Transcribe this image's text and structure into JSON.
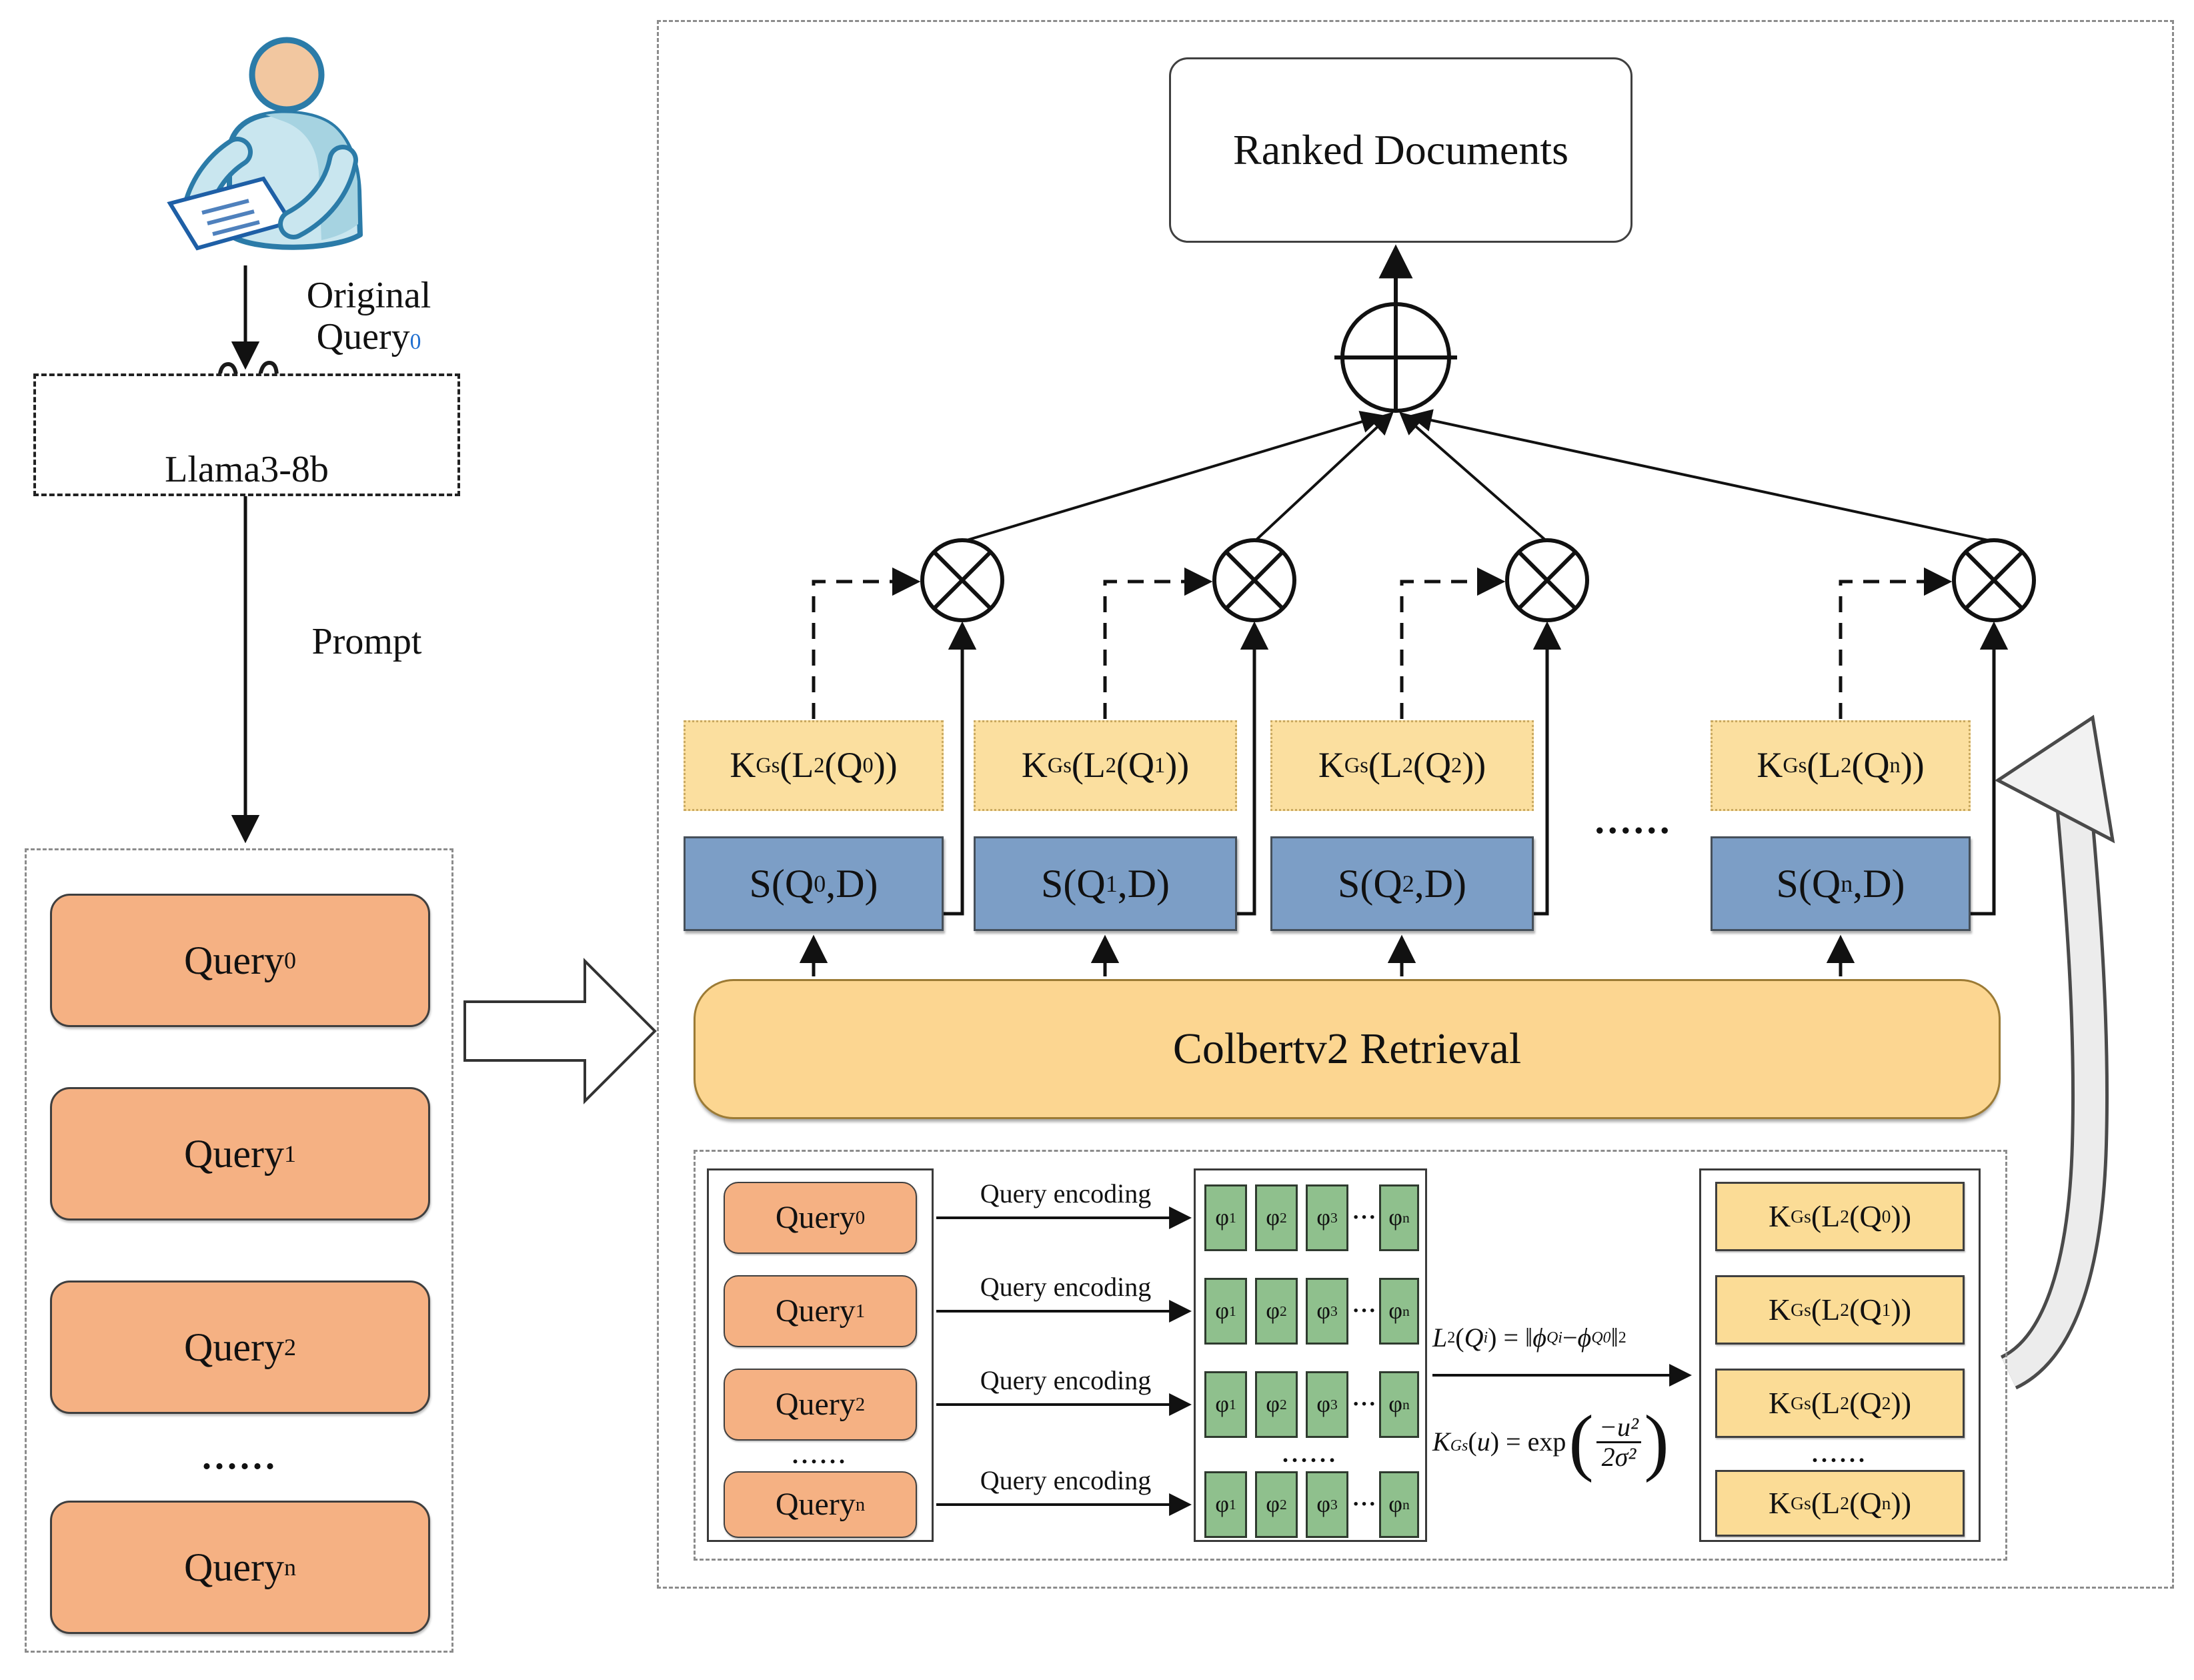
{
  "colors": {
    "orange_box": "#F5B183",
    "yellow_box": "#FBDC99",
    "blue_box": "#7C9EC6",
    "green_cell": "#8FC08D",
    "retrieval_bar": "#FCD691",
    "person_fill": "#C9E6EF",
    "person_outline": "#2B7BA8",
    "document_outline": "#1E5FA6",
    "blue_subscript": "#1F6FD0"
  },
  "left_flow": {
    "original_query_label": {
      "line1": "Original",
      "base": "Query",
      "sub": "0"
    },
    "llama_label": "Llama3-8b",
    "prompt_label": "Prompt",
    "queries": [
      [
        {
          "t": "Query"
        },
        {
          "s": "0"
        }
      ],
      [
        {
          "t": "Query"
        },
        {
          "s": "1"
        }
      ],
      [
        {
          "t": "Query"
        },
        {
          "s": "2"
        }
      ],
      [
        {
          "t": "Query"
        },
        {
          "s": "n"
        }
      ]
    ],
    "ellipsis": "......"
  },
  "pipeline": {
    "ranked_documents": "Ranked Documents",
    "kernel_row": [
      [
        {
          "t": "K"
        },
        {
          "s": "Gs"
        },
        {
          "t": "(L"
        },
        {
          "s": "2"
        },
        {
          "t": " (Q"
        },
        {
          "s": "0"
        },
        {
          "t": "))"
        }
      ],
      [
        {
          "t": "K"
        },
        {
          "s": "Gs"
        },
        {
          "t": "(L"
        },
        {
          "s": "2"
        },
        {
          "t": " (Q"
        },
        {
          "s": "1"
        },
        {
          "t": "))"
        }
      ],
      [
        {
          "t": "K"
        },
        {
          "s": "Gs"
        },
        {
          "t": "(L"
        },
        {
          "s": "2"
        },
        {
          "t": " (Q"
        },
        {
          "s": "2"
        },
        {
          "t": "))"
        }
      ],
      [
        {
          "t": "K"
        },
        {
          "s": "Gs"
        },
        {
          "t": "(L"
        },
        {
          "s": "2"
        },
        {
          "t": " (Q"
        },
        {
          "s": "n"
        },
        {
          "t": "))"
        }
      ]
    ],
    "kernel_row_ellipsis": "......",
    "score_row": [
      [
        {
          "t": "S(Q"
        },
        {
          "s": "0"
        },
        {
          "t": ",D)"
        }
      ],
      [
        {
          "t": "S(Q"
        },
        {
          "s": "1"
        },
        {
          "t": ",D)"
        }
      ],
      [
        {
          "t": "S(Q"
        },
        {
          "s": "2"
        },
        {
          "t": ",D)"
        }
      ],
      [
        {
          "t": "S(Q"
        },
        {
          "s": "n"
        },
        {
          "t": ",D)"
        }
      ]
    ],
    "colbert_label": "Colbertv2 Retrieval",
    "encoder": {
      "queries": [
        [
          {
            "t": "Query"
          },
          {
            "s": "0"
          }
        ],
        [
          {
            "t": "Query"
          },
          {
            "s": "1"
          }
        ],
        [
          {
            "t": "Query"
          },
          {
            "s": "2"
          }
        ],
        [
          {
            "t": "Query"
          },
          {
            "s": "n"
          }
        ]
      ],
      "queries_ellipsis": "......",
      "encoding_label": "Query encoding",
      "phi_columns": [
        [
          {
            "t": "φ"
          },
          {
            "s": "1"
          }
        ],
        [
          {
            "t": "φ"
          },
          {
            "s": "2"
          }
        ],
        [
          {
            "t": "φ"
          },
          {
            "s": "3"
          }
        ],
        [
          {
            "t": "φ"
          },
          {
            "s": "n"
          }
        ]
      ],
      "phi_dots": "···",
      "matrix_ellipsis": "......",
      "l2_formula": [
        {
          "t": "L",
          "i": 1
        },
        {
          "s": "2"
        },
        {
          "t": "("
        },
        {
          "t": "Q",
          "i": 1
        },
        {
          "s": "i",
          "i": 1
        },
        {
          "t": ") = ‖"
        },
        {
          "t": "ϕ",
          "i": 1
        },
        {
          "s": "Qi",
          "i": 1
        },
        {
          "t": " − "
        },
        {
          "t": "ϕ",
          "i": 1
        },
        {
          "s": "Q0",
          "i": 1
        },
        {
          "t": "‖"
        },
        {
          "s": "2"
        }
      ],
      "kgs_formula": {
        "lead": [
          {
            "t": "K",
            "i": 1
          },
          {
            "s": "Gs",
            "i": 1
          },
          {
            "t": "("
          },
          {
            "t": "u",
            "i": 1
          },
          {
            "t": ") = exp"
          }
        ],
        "num": "−u²",
        "den": "2σ²"
      },
      "kernel_list": [
        [
          {
            "t": "K"
          },
          {
            "s": "Gs"
          },
          {
            "t": "(L"
          },
          {
            "s": "2"
          },
          {
            "t": " (Q"
          },
          {
            "s": "0"
          },
          {
            "t": "))"
          }
        ],
        [
          {
            "t": "K"
          },
          {
            "s": "Gs"
          },
          {
            "t": "(L"
          },
          {
            "s": "2"
          },
          {
            "t": " (Q"
          },
          {
            "s": "1"
          },
          {
            "t": "))"
          }
        ],
        [
          {
            "t": "K"
          },
          {
            "s": "Gs"
          },
          {
            "t": "(L"
          },
          {
            "s": "2"
          },
          {
            "t": " (Q"
          },
          {
            "s": "2"
          },
          {
            "t": "))"
          }
        ],
        [
          {
            "t": "K"
          },
          {
            "s": "Gs"
          },
          {
            "t": "(L"
          },
          {
            "s": "2"
          },
          {
            "t": " (Q"
          },
          {
            "s": "n"
          },
          {
            "t": "))"
          }
        ]
      ],
      "kernel_list_ellipsis": "......"
    }
  }
}
